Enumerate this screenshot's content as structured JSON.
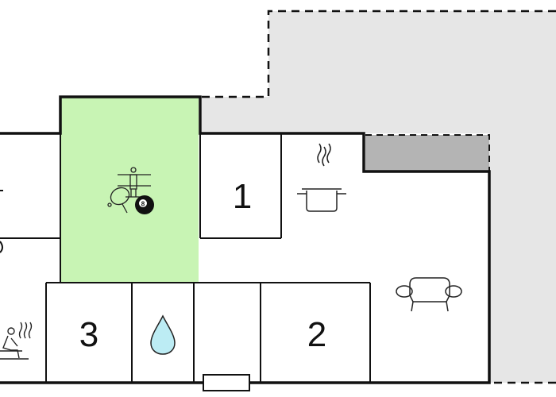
{
  "floor_plan": {
    "colors": {
      "wall": "#111111",
      "games_room": "#c8f4b4",
      "terrace": "#e6e6e6",
      "storage": "#b4b4b4",
      "water_drop": "#bcecf4",
      "background": "#ffffff"
    },
    "rooms": [
      {
        "id": "bedroom-1",
        "label": "1"
      },
      {
        "id": "bedroom-2",
        "label": "2"
      },
      {
        "id": "bedroom-3",
        "label": "3"
      }
    ],
    "icons": [
      "table-football-icon",
      "table-tennis-icon",
      "billiard-ball-icon",
      "cooking-pot-icon",
      "sofa-icon",
      "sauna-icon",
      "bathroom-water-drop-icon"
    ],
    "billiard_ball_number": "8"
  }
}
